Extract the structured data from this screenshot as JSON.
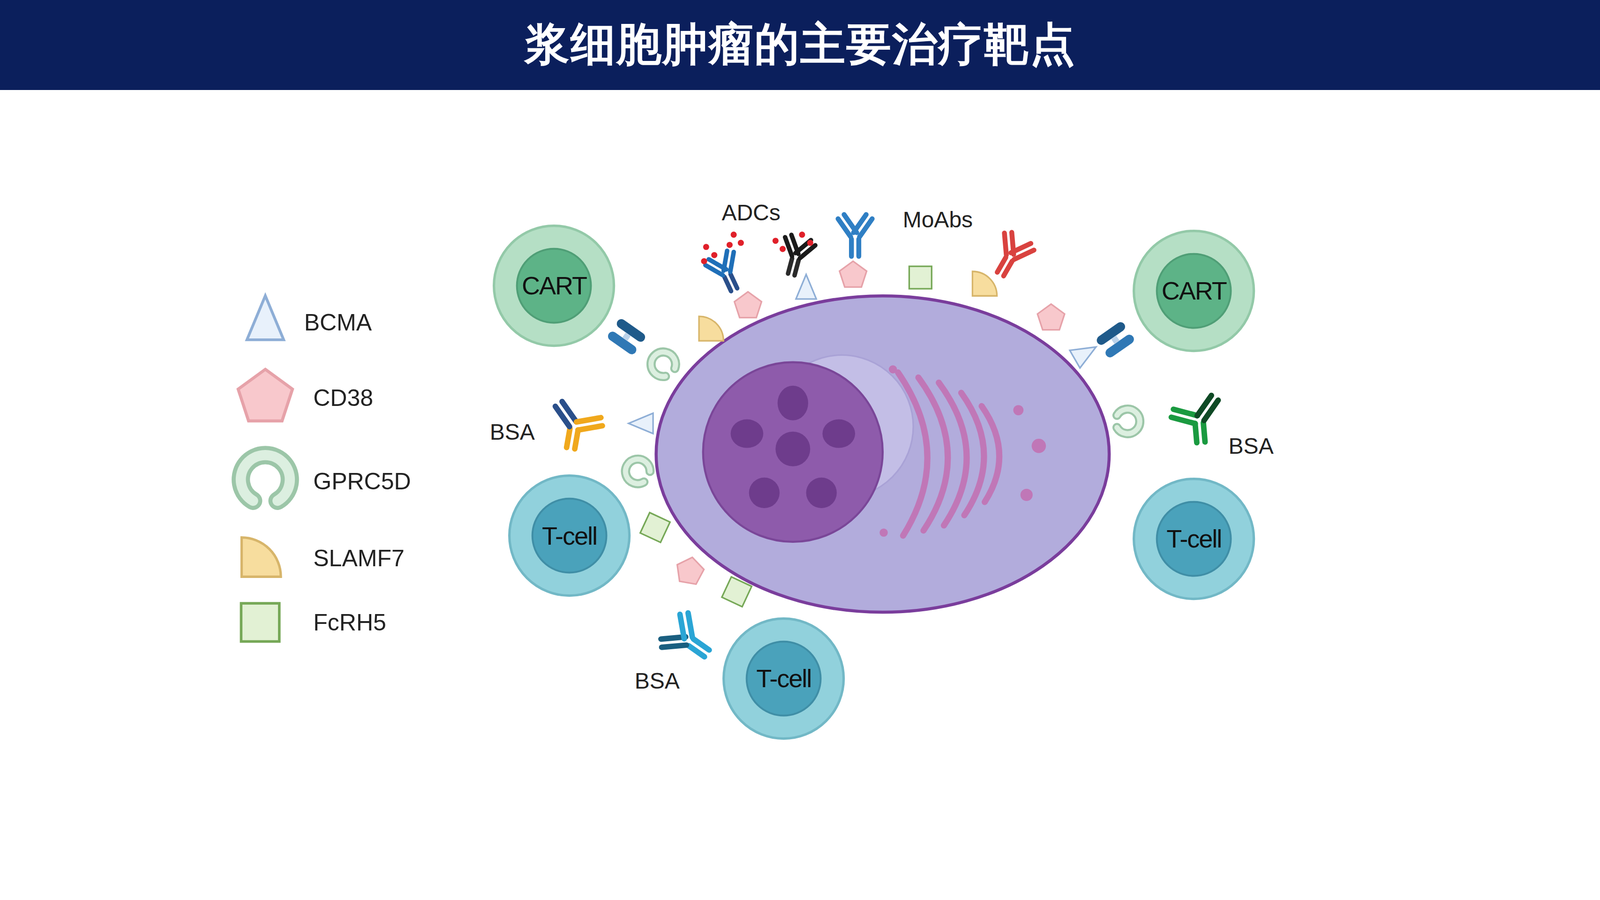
{
  "diagram": {
    "title": "浆细胞肿瘤的主要治疗靶点",
    "nodes": [
      {
        "text": [
          "CART"
        ]
      },
      {
        "text": [
          "CART"
        ]
      },
      {
        "text": [
          "T-cell"
        ]
      },
      {
        "text": [
          "T-cell"
        ]
      },
      {
        "text": [
          "T-cell"
        ]
      }
    ],
    "labels": [
      "ADCs",
      "MoAbs",
      "BSA",
      "BSA",
      "BSA"
    ],
    "legend": [
      {
        "text": "BCMA"
      },
      {
        "text": "CD38"
      },
      {
        "text": "GPRC5D"
      },
      {
        "text": "SLAMF7"
      },
      {
        "text": "FcRH5"
      }
    ]
  }
}
